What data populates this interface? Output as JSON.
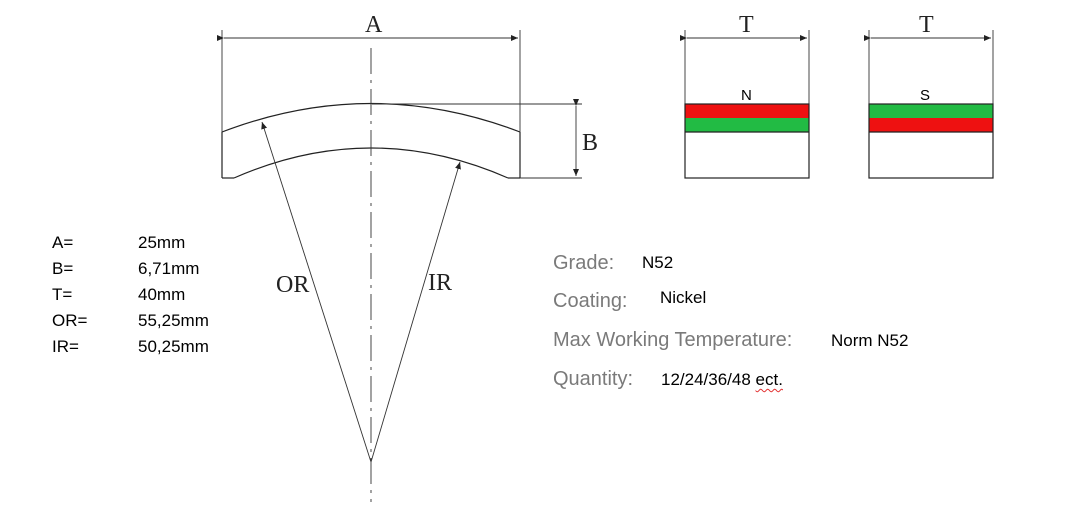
{
  "drawing": {
    "label_A": "A",
    "label_B": "B",
    "label_OR": "OR",
    "label_IR": "IR",
    "label_T_left": "T",
    "label_T_right": "T",
    "pole_north": "N",
    "pole_south": "S"
  },
  "colors": {
    "red": "#ee1111",
    "green": "#22bb44",
    "line": "#222222",
    "spec_key": "#7a7a7a"
  },
  "dimensions": [
    {
      "key": "A=",
      "value": "25mm"
    },
    {
      "key": "B=",
      "value": "6,71mm"
    },
    {
      "key": "T=",
      "value": "40mm"
    },
    {
      "key": "OR=",
      "value": "55,25mm"
    },
    {
      "key": "IR=",
      "value": "50,25mm"
    }
  ],
  "specs": {
    "grade": {
      "key": "Grade:",
      "value": "N52"
    },
    "coating": {
      "key": "Coating:",
      "value": "Nickel"
    },
    "max_temp": {
      "key": "Max Working Temperature:",
      "value": "Norm N52"
    },
    "quantity": {
      "key": "Quantity:",
      "value_main": "12/24/36/48",
      "value_tail": "ect."
    }
  }
}
